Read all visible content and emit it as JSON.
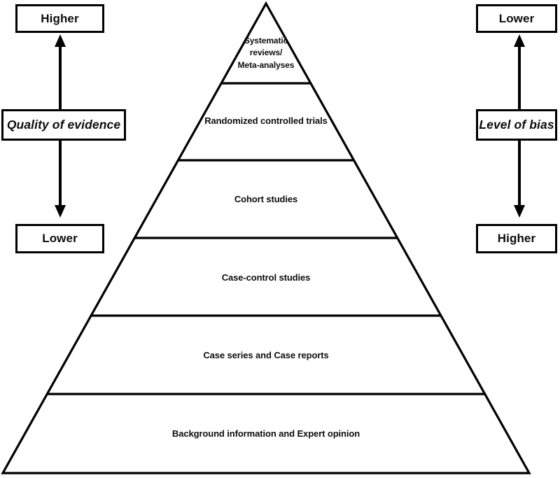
{
  "figure": {
    "type": "evidence-pyramid",
    "background_color": "#ffffff",
    "line_color": "#000000",
    "text_color": "#0d0d0d"
  },
  "pyramid": {
    "tiers": [
      {
        "id": "tier-1",
        "label": "Systematic\nreviews/\nMeta-analyses",
        "rank": 1,
        "font_size": 12
      },
      {
        "id": "tier-2",
        "label": "Randomized controlled trials",
        "rank": 2,
        "font_size": 13
      },
      {
        "id": "tier-3",
        "label": "Cohort studies",
        "rank": 3,
        "font_size": 13
      },
      {
        "id": "tier-4",
        "label": "Case-control studies",
        "rank": 4,
        "font_size": 13
      },
      {
        "id": "tier-5",
        "label": "Case series and Case reports",
        "rank": 5,
        "font_size": 13
      },
      {
        "id": "tier-6",
        "label": "Background information and Expert opinion",
        "rank": 6,
        "font_size": 13
      }
    ]
  },
  "left_axis": {
    "title": "Quality of evidence",
    "top_label": "Higher",
    "bottom_label": "Lower",
    "top_arrow_direction": "up",
    "bottom_arrow_direction": "down"
  },
  "right_axis": {
    "title": "Level of bias",
    "top_label": "Lower",
    "bottom_label": "Higher",
    "top_arrow_direction": "up",
    "bottom_arrow_direction": "down"
  }
}
